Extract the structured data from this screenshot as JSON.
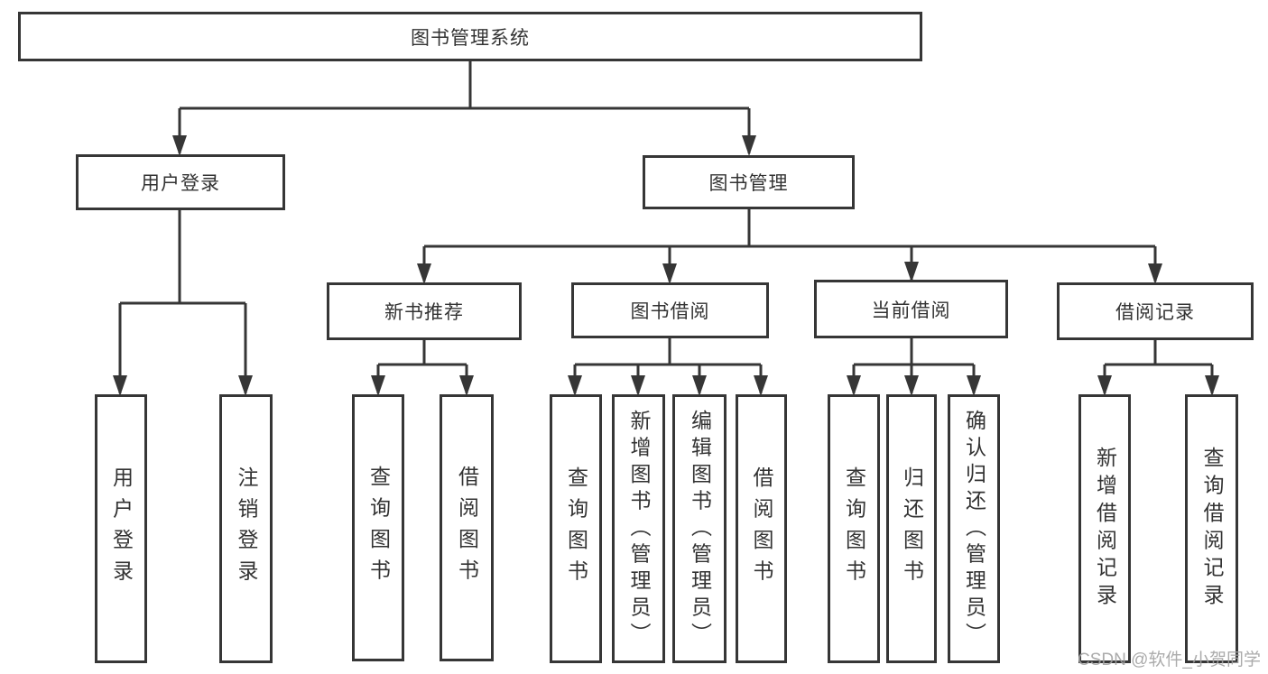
{
  "diagram": {
    "root": {
      "label": "图书管理系统"
    },
    "branches": [
      {
        "label": "用户登录",
        "children": [
          {
            "label": "用户登录"
          },
          {
            "label": "注销登录"
          }
        ]
      },
      {
        "label": "图书管理",
        "children": [
          {
            "label": "新书推荐",
            "children": [
              {
                "label": "查询图书"
              },
              {
                "label": "借阅图书"
              }
            ]
          },
          {
            "label": "图书借阅",
            "children": [
              {
                "label": "查询图书"
              },
              {
                "label": "新增图书（管理员）"
              },
              {
                "label": "编辑图书（管理员）"
              },
              {
                "label": "借阅图书"
              }
            ]
          },
          {
            "label": "当前借阅",
            "children": [
              {
                "label": "查询图书"
              },
              {
                "label": "归还图书"
              },
              {
                "label": "确认归还（管理员）"
              }
            ]
          },
          {
            "label": "借阅记录",
            "children": [
              {
                "label": "新增借阅记录"
              },
              {
                "label": "查询借阅记录"
              }
            ]
          }
        ]
      }
    ],
    "watermark": "CSDN @软件_小贺同学",
    "colors": {
      "line": "#363636",
      "text": "#333333",
      "background": "#ffffff",
      "watermark": "#a2a2a2"
    }
  }
}
